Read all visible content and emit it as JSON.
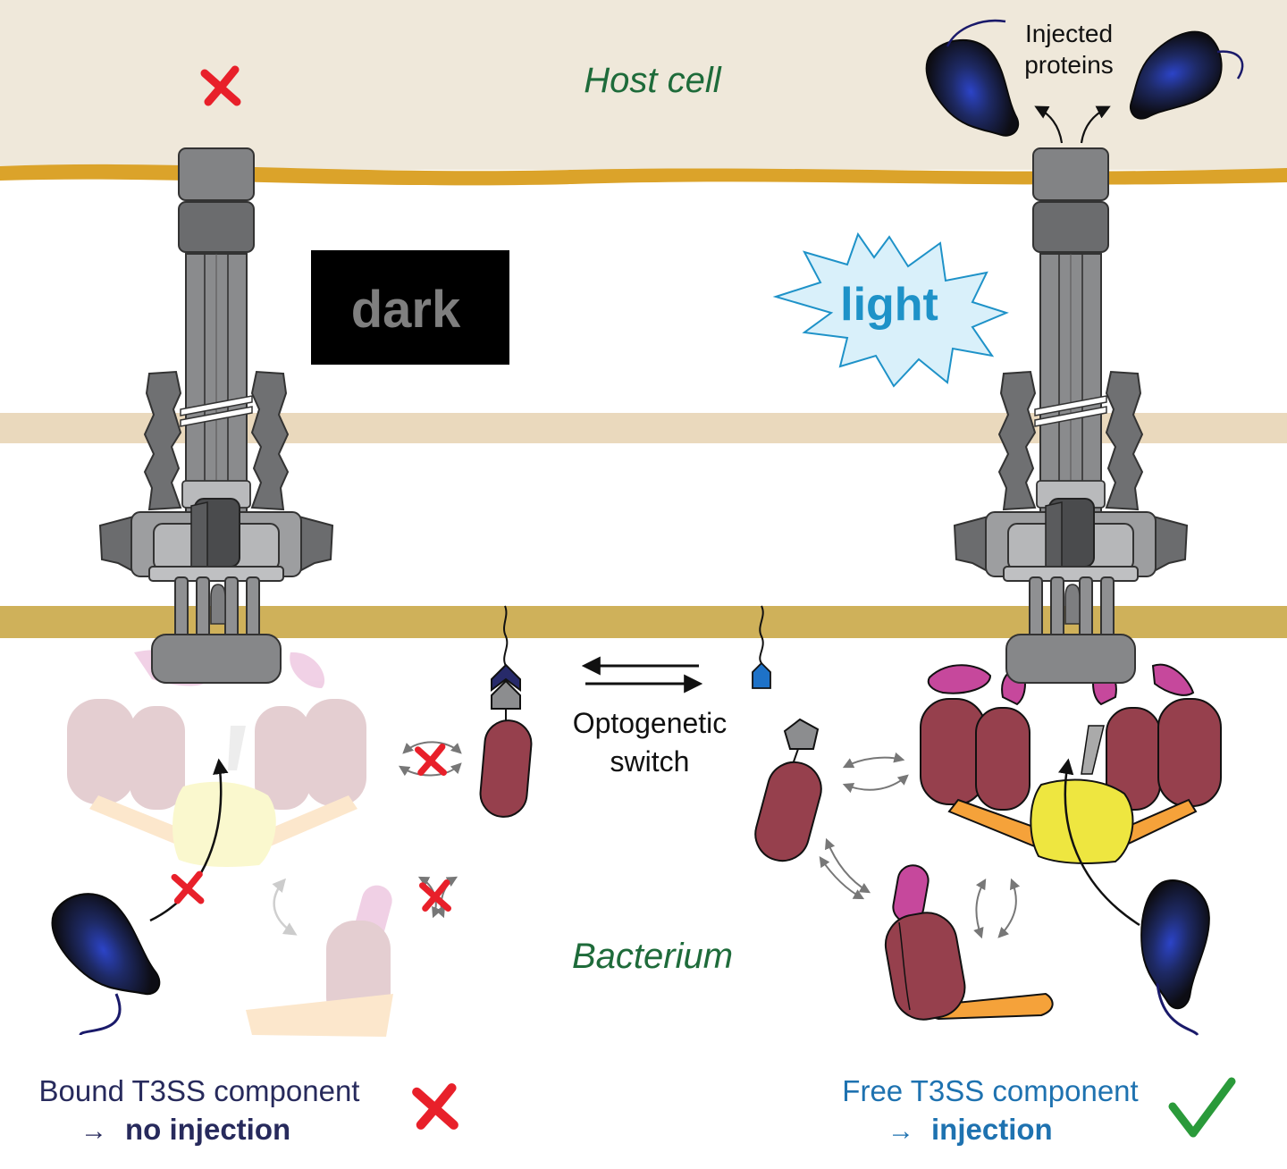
{
  "labels": {
    "host_cell": "Host cell",
    "bacterium": "Bacterium",
    "dark": "dark",
    "light": "light",
    "injected_line1": "Injected",
    "injected_line2": "proteins",
    "switch_line1": "Optogenetic",
    "switch_line2": "switch",
    "bound_line1": "Bound T3SS component",
    "bound_line2": "no injection",
    "free_line1": "Free T3SS component",
    "free_line2": "injection",
    "arrow_glyph": "→"
  },
  "colors": {
    "host_fill": "#efe8da",
    "host_membrane": "#dba32a",
    "outer_membrane": "#ead9bd",
    "inner_membrane": "#cfb15a",
    "label_green": "#1e6b3a",
    "light_blue_text": "#1e92c8",
    "light_blue_fill": "#d9f0fa",
    "bound_navy": "#272a5c",
    "free_blue": "#1e72b0",
    "red_cross": "#e8202a",
    "check_green": "#2a9a3a",
    "maroon": "#96404d",
    "magenta": "#c6489c",
    "orange": "#f5a23a",
    "yellow": "#eee640"
  },
  "icons": [
    "red-cross-icon",
    "check-icon",
    "chaperone-protein-icon",
    "reaction-arrows-icon"
  ]
}
